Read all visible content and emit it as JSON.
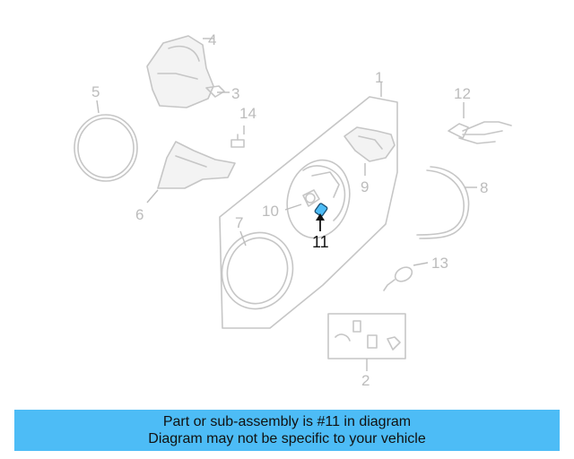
{
  "diagram": {
    "highlight_color": "#4dbcf6",
    "highlighted_part": "11",
    "callouts": {
      "c1": "1",
      "c2": "2",
      "c3": "3",
      "c4": "4",
      "c5": "5",
      "c6": "6",
      "c7": "7",
      "c8": "8",
      "c9": "9",
      "c10": "10",
      "c11": "11",
      "c12": "12",
      "c13": "13",
      "c14": "14"
    }
  },
  "banner": {
    "line1": "Part or sub-assembly is #11 in diagram",
    "line2": "Diagram may not be specific to your vehicle",
    "background": "#4dbcf6"
  }
}
